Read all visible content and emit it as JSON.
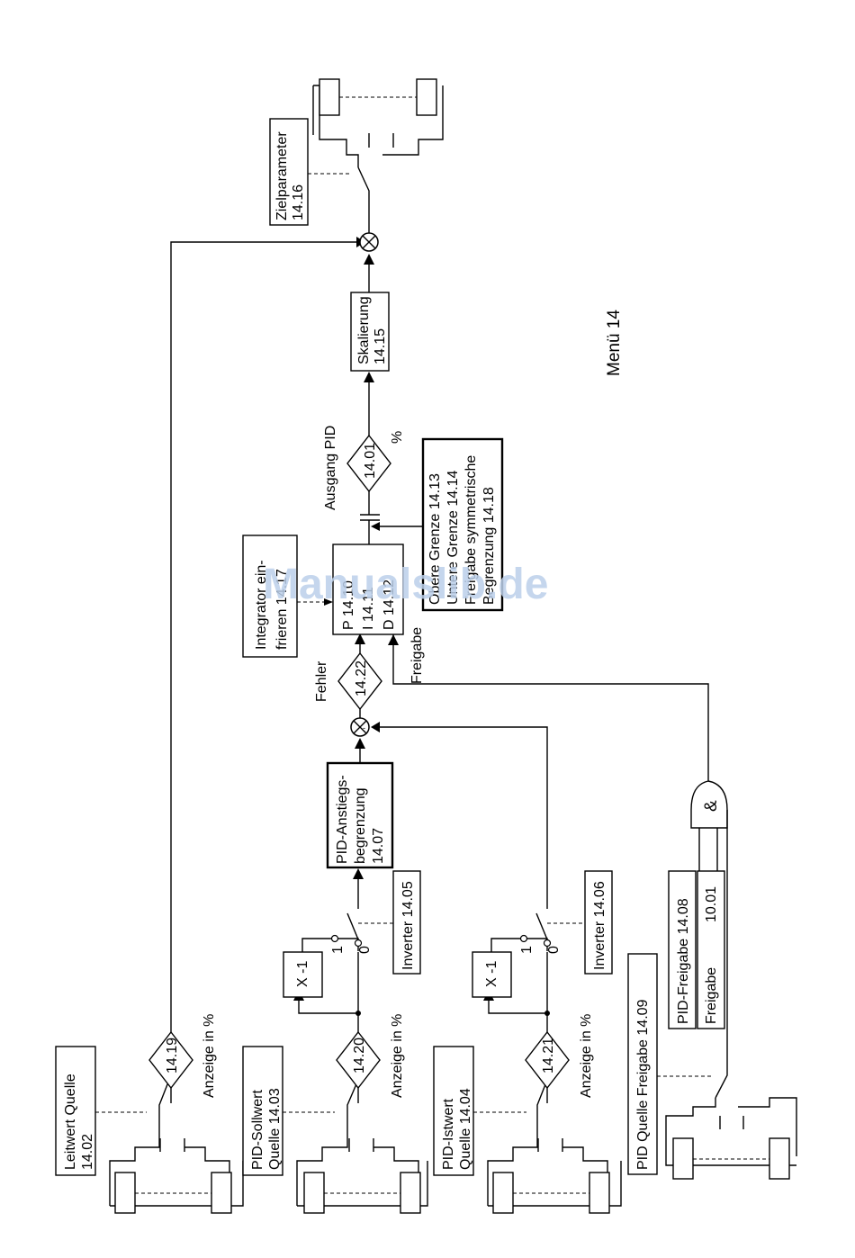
{
  "title": "Menü 14",
  "watermark": "Manualslib.de",
  "selectors": {
    "leitwert": {
      "label1": "Leitwert Quelle",
      "label2": "14.02",
      "display": "14.19",
      "note": "Anzeige in %"
    },
    "sollwert": {
      "label1": "PID-Sollwert",
      "label2": "Quelle 14.03",
      "display": "14.20",
      "note": "Anzeige in %"
    },
    "istwert": {
      "label1": "PID-Istwert",
      "label2": "Quelle 14.04",
      "display": "14.21",
      "note": "Anzeige in %"
    },
    "freigabe_quelle": {
      "label1": "PID Quelle Freigabe 14.09"
    }
  },
  "inverters": {
    "soll": {
      "label": "X -1",
      "switch_one": "1",
      "switch_zero": "0",
      "param": "Inverter 14.05"
    },
    "ist": {
      "label": "X -1",
      "switch_one": "1",
      "switch_zero": "0",
      "param": "Inverter 14.06"
    }
  },
  "ramp": {
    "line1": "PID-Anstiegs-",
    "line2": "begrenzung",
    "line3": "14.07"
  },
  "error": {
    "label": "Fehler",
    "param": "14.22"
  },
  "integrator": {
    "line1": "Integrator ein-",
    "line2": "frieren   14.17"
  },
  "pid": {
    "p": "P  14.10",
    "i": "I   14.11",
    "d": "D  14.12"
  },
  "freigabe_label": "Freigabe",
  "limits": {
    "line1": "Obere Grenze 14.13",
    "line2": "Untere Grenze 14.14",
    "line3": "Freigabe symmetrische",
    "line4": "Begrenzung 14.18"
  },
  "output": {
    "label": "Ausgang PID",
    "param": "14.01",
    "unit": "%"
  },
  "scaling": {
    "line1": "Skalierung",
    "line2": "14.15"
  },
  "target": {
    "line1": "Zielparameter",
    "line2": "14.16"
  },
  "and_gate": {
    "symbol": "&",
    "in1_line1": "PID-Freigabe 14.08",
    "in2_line1": "10.01",
    "in2_line2": "Freigabe"
  }
}
